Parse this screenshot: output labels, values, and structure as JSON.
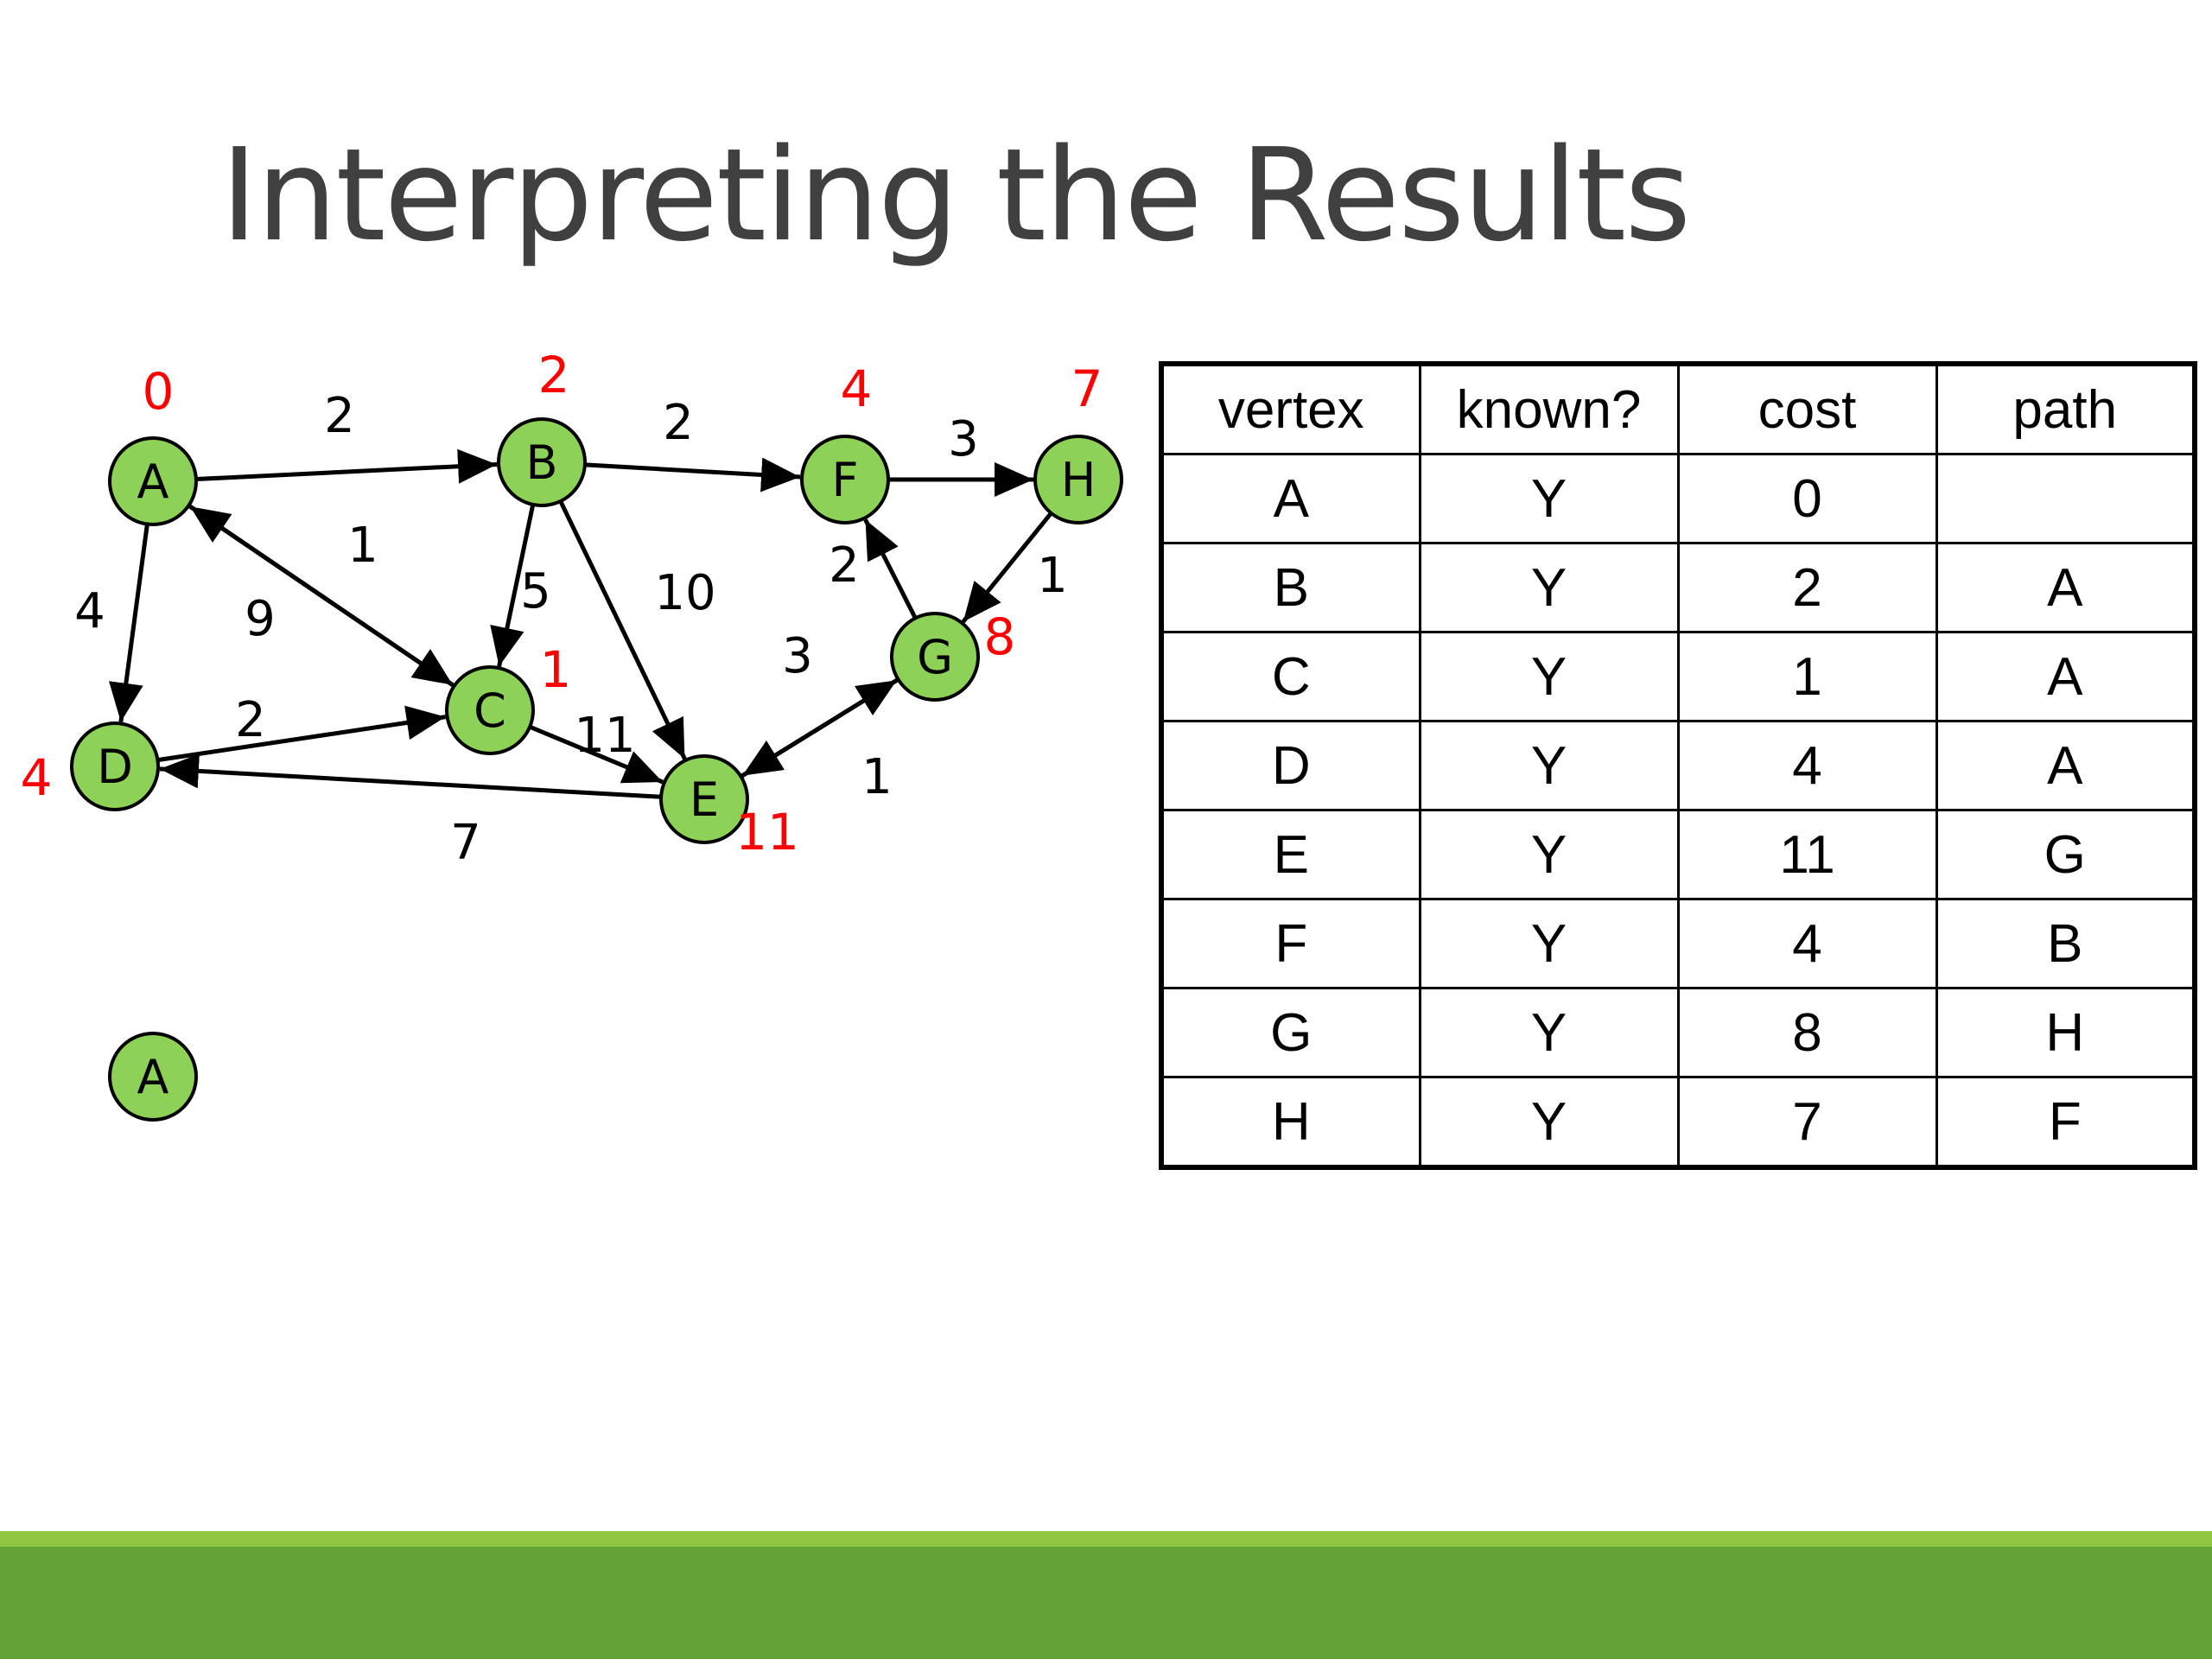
{
  "title": "Interpreting the Results",
  "colors": {
    "node_fill": "#8dd156",
    "cost_label": "#ff0000",
    "footer_light": "#8ec63f",
    "footer_dark": "#64a236"
  },
  "graph": {
    "nodes": [
      {
        "id": "A",
        "label": "A",
        "cost": "0"
      },
      {
        "id": "B",
        "label": "B",
        "cost": "2"
      },
      {
        "id": "F",
        "label": "F",
        "cost": "4"
      },
      {
        "id": "H",
        "label": "H",
        "cost": "7"
      },
      {
        "id": "C",
        "label": "C",
        "cost": "1"
      },
      {
        "id": "G",
        "label": "G",
        "cost": "8"
      },
      {
        "id": "D",
        "label": "D",
        "cost": "4"
      },
      {
        "id": "E",
        "label": "E",
        "cost": "11"
      }
    ],
    "edges": [
      {
        "from": "A",
        "to": "B",
        "weight": "2"
      },
      {
        "from": "A",
        "to": "C",
        "weight": "1"
      },
      {
        "from": "A",
        "to": "D",
        "weight": "4"
      },
      {
        "from": "C",
        "to": "A",
        "weight": "9"
      },
      {
        "from": "B",
        "to": "C",
        "weight": "5"
      },
      {
        "from": "B",
        "to": "E",
        "weight": "10"
      },
      {
        "from": "B",
        "to": "F",
        "weight": "2"
      },
      {
        "from": "F",
        "to": "H",
        "weight": "3"
      },
      {
        "from": "H",
        "to": "G",
        "weight": "1"
      },
      {
        "from": "G",
        "to": "F",
        "weight": "2"
      },
      {
        "from": "G",
        "to": "E",
        "weight": "3"
      },
      {
        "from": "E",
        "to": "G",
        "weight": "1"
      },
      {
        "from": "D",
        "to": "C",
        "weight": "2"
      },
      {
        "from": "C",
        "to": "E",
        "weight": "11"
      },
      {
        "from": "E",
        "to": "D",
        "weight": "7"
      }
    ]
  },
  "extra_node": {
    "label": "A"
  },
  "table": {
    "headers": [
      "vertex",
      "known?",
      "cost",
      "path"
    ],
    "rows": [
      [
        "A",
        "Y",
        "0",
        ""
      ],
      [
        "B",
        "Y",
        "2",
        "A"
      ],
      [
        "C",
        "Y",
        "1",
        "A"
      ],
      [
        "D",
        "Y",
        "4",
        "A"
      ],
      [
        "E",
        "Y",
        "11",
        "G"
      ],
      [
        "F",
        "Y",
        "4",
        "B"
      ],
      [
        "G",
        "Y",
        "8",
        "H"
      ],
      [
        "H",
        "Y",
        "7",
        "F"
      ]
    ]
  }
}
